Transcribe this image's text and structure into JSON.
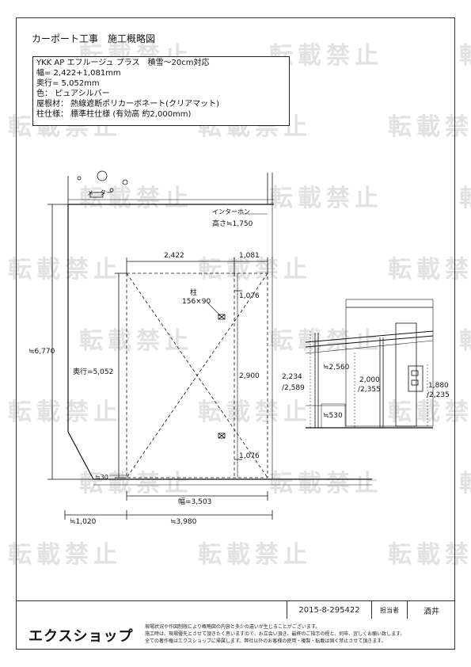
{
  "title": "カーポート工事　施工概略図",
  "spec": {
    "line1": "YKK AP エフルージュ プラス　積雪～20cm対応",
    "line2": "幅= 2,422+1,081mm",
    "line3": "奥行= 5,052mm",
    "line4": "色： ピュアシルバー",
    "line5": "屋根材： 熱線遮断ポリカーボネート(クリアマット)",
    "line6": "柱仕様： 標準柱仕様 (有効高 約2,000mm)"
  },
  "plan": {
    "meter": "メーター",
    "intercom": "インターホン",
    "intercom_height": "高さ≒1,750",
    "w_left": "2,422",
    "w_right": "1,081",
    "post_label": "柱",
    "post_size": "156×90",
    "d_top": "1,076",
    "d_mid": "2,900",
    "d_bottom": "1,076",
    "depth": "奥行=5,052",
    "total_depth": "≒6,770",
    "gap": "≒30",
    "width_total": "幅=3,503",
    "left_offset": "≒1,020",
    "site_width": "≒3,980"
  },
  "elevation": {
    "h1": "2,234",
    "h1b": "/2,589",
    "h2": "≒2,560",
    "h3": "2,000",
    "h3b": "/2,355",
    "h4": "1,880",
    "h4b": "/2,235",
    "base": "≒530"
  },
  "watermark": "転載禁止",
  "footer": {
    "doc_no": "2015-8-295422",
    "staff_label": "担当者",
    "staff_name": "酒井",
    "brand": "エクスショップ",
    "note1": "現場状況や作図制限により概略図の内容と多少の違いが生じることがございます。",
    "note2": "施工時は、現場優先とさせて頂きたく思いますので、お立会い頂き、最終のご指示の程と、何卒、宜しくお願い致します。",
    "note3": "全ての著作権はエクスショップに帰属します。弊社以外のお客様の使用・複製・転載は固く禁止させて頂きます。"
  }
}
